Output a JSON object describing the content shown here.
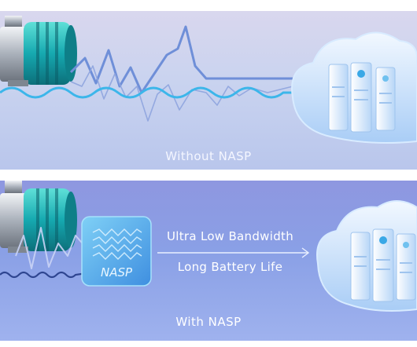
{
  "panels": [
    {
      "caption": "Without NASP",
      "colors": {
        "background": "#c9d3ef",
        "signal_dark": "#6f8fd8",
        "signal_light": "#45b8e8"
      }
    },
    {
      "caption": "With NASP",
      "chip_label": "NASP",
      "features": [
        "Ultra Low Bandwidth",
        "Long Battery Life"
      ],
      "colors": {
        "background": "#8fa0e4",
        "signal_dark": "#3a4f9c",
        "chip": "#5fb6ee"
      }
    }
  ],
  "icons": [
    "pump-icon",
    "cloud-server-icon",
    "nasp-chip-icon",
    "arrow-right-icon"
  ]
}
